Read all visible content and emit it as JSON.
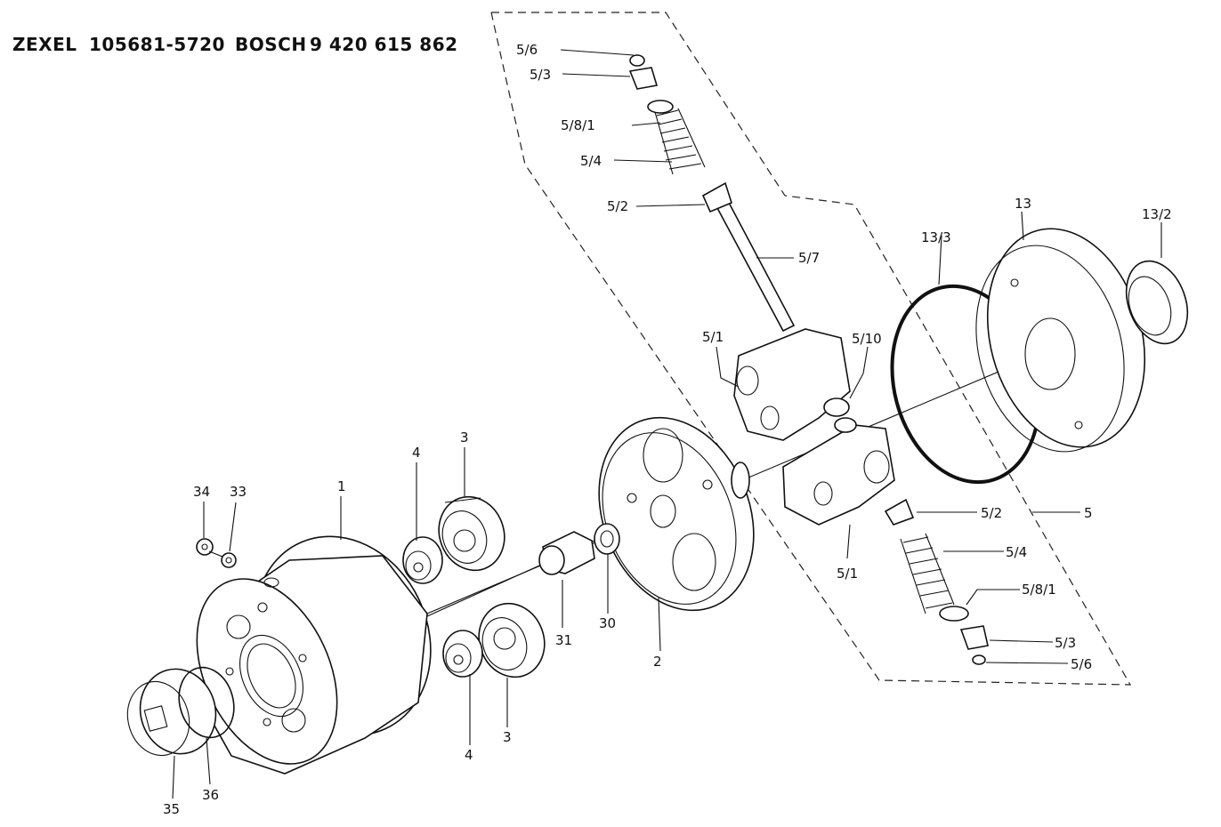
{
  "header": {
    "brand1": "ZEXEL",
    "part1": "105681-5720",
    "brand2": "BOSCH",
    "part2": "9 420 615 862"
  },
  "labels": {
    "l5_6a": "5/6",
    "l5_3a": "5/3",
    "l5_8_1a": "5/8/1",
    "l5_4a": "5/4",
    "l5_2a": "5/2",
    "l5_7": "5/7",
    "l5_1a": "5/1",
    "l5_10": "5/10",
    "l13": "13",
    "l13_3": "13/3",
    "l13_2": "13/2",
    "l5_2b": "5/2",
    "l5": "5",
    "l5_1b": "5/1",
    "l5_4b": "5/4",
    "l5_8_1b": "5/8/1",
    "l5_3b": "5/3",
    "l5_6b": "5/6",
    "l1": "1",
    "l3a": "3",
    "l4a": "4",
    "l34": "34",
    "l33": "33",
    "l31": "31",
    "l30": "30",
    "l2": "2",
    "l4b": "4",
    "l3b": "3",
    "l35": "35",
    "l36": "36"
  }
}
